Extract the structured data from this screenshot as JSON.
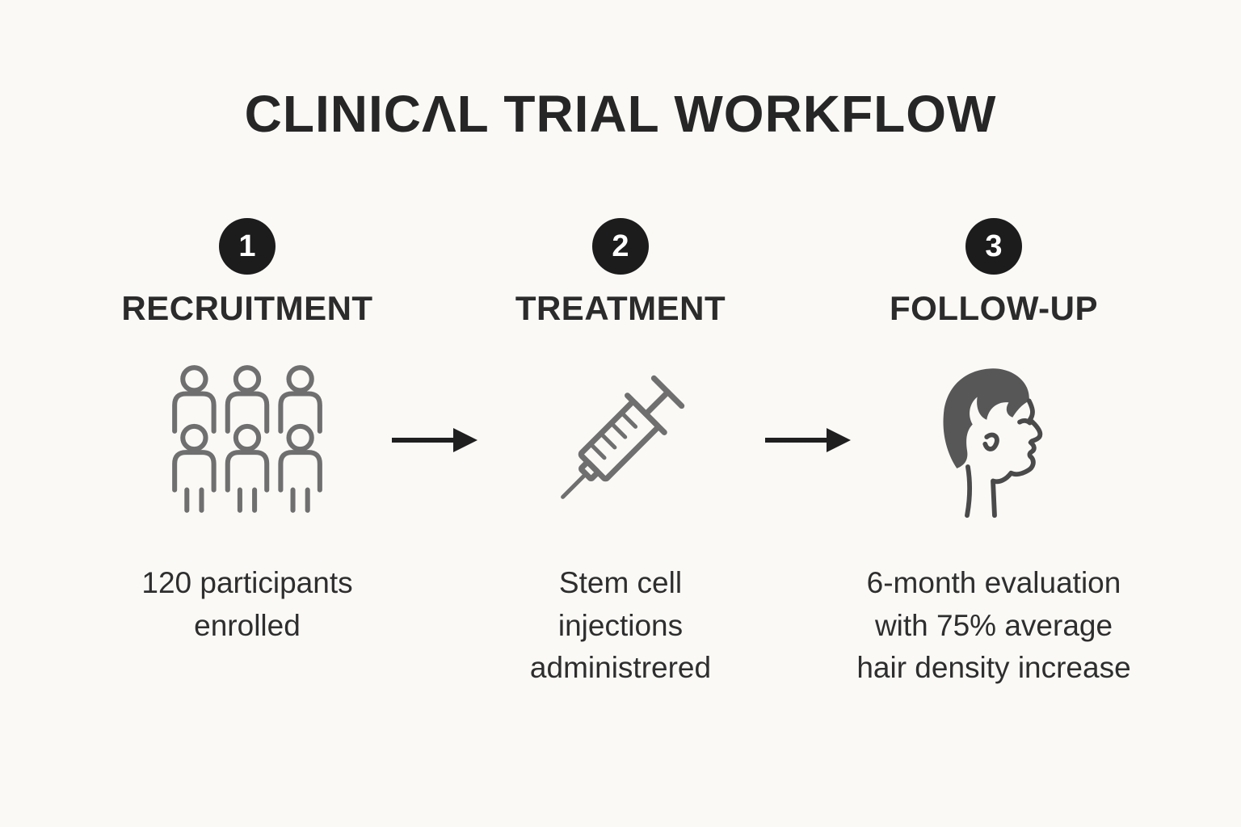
{
  "title": "CLINICΛL TRIAL WORKFLOW",
  "steps": [
    {
      "number": "1",
      "heading": "RECRUITMENT",
      "icon": "people-group-icon",
      "caption": [
        "120 participants",
        "enrolled"
      ]
    },
    {
      "number": "2",
      "heading": "TREATMENT",
      "icon": "syringe-icon",
      "caption": [
        "Stem cell",
        "injections",
        "administrered"
      ]
    },
    {
      "number": "3",
      "heading": "FOLLOW-UP",
      "icon": "head-profile-icon",
      "caption": [
        "6-month evaluation",
        "with 75% average",
        "hair density increase"
      ]
    }
  ],
  "connectors": [
    "arrow-right-icon",
    "arrow-right-icon"
  ],
  "colors": {
    "background": "#faf9f6",
    "title_text": "#262626",
    "heading_text": "#2b2b2b",
    "caption_text": "#2e2e2e",
    "badge_background": "#1c1c1c",
    "badge_text": "#ffffff",
    "icon_gray": "#6f6f6f",
    "head_fill": "#575757",
    "arrow": "#1f1f1f"
  }
}
